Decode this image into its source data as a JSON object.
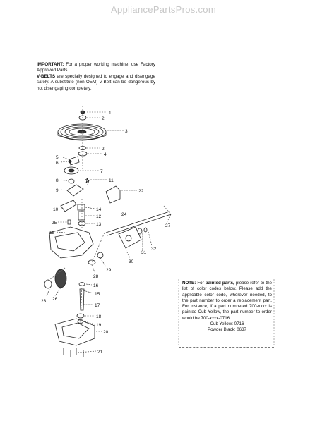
{
  "site": {
    "watermark": "AppliancePartsPros.com"
  },
  "important": {
    "heading": "IMPORTANT:",
    "line1": "For a proper working machine, use Factory Approved Parts.",
    "vbelts_heading": "V-BELTS",
    "line2": "are specially designed to engage and disengage safely. A substitute (non OEM) V-Belt can be dangerous by not disengaging completely."
  },
  "note": {
    "heading": "NOTE:",
    "prefix": "For",
    "painted": "painted parts,",
    "body": "please refer to the list of color codes below. Please add the applicable color code, wherever needed, to the part number to order a replacement part. For instance, if a part numbered 700-xxxx is painted Cub Yellow, the part number to order would be 700-xxxx-0716.",
    "color1": "Cub Yellow: 0716",
    "color2": "Powder Black: 0637"
  },
  "callouts": {
    "c1": "1",
    "c2a": "2",
    "c3": "3",
    "c2b": "2",
    "c4": "4",
    "c5": "5",
    "c6": "6",
    "c7": "7",
    "c8": "8",
    "c11": "11",
    "c9": "9",
    "c22": "22",
    "c10": "10",
    "c14": "14",
    "c12": "12",
    "c25": "25",
    "c13": "13",
    "c24": "24",
    "c27": "27",
    "c15a": "15",
    "c32": "32",
    "c31": "31",
    "c30": "30",
    "c29": "29",
    "c28": "28",
    "c26": "26",
    "c23": "23",
    "c16": "16",
    "c15b": "15",
    "c17": "17",
    "c18": "18",
    "c19": "19",
    "c20": "20",
    "c21": "21"
  }
}
